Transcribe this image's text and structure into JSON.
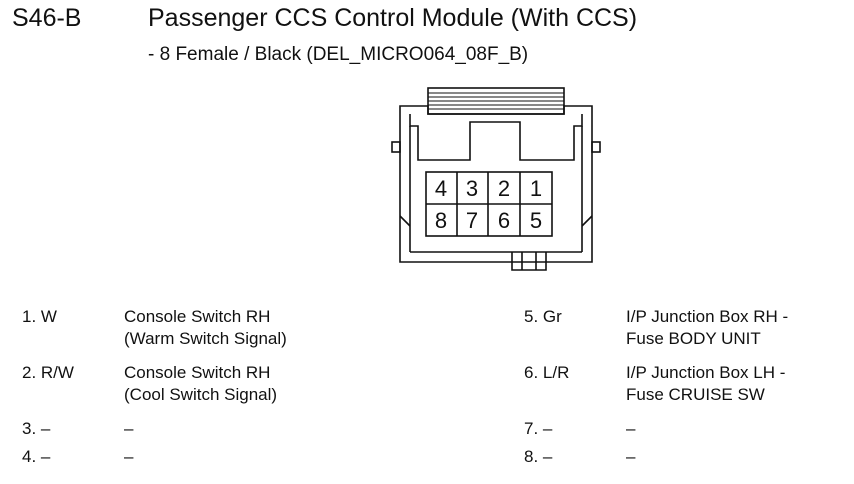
{
  "header": {
    "code": "S46-B",
    "title": "Passenger  CCS Control Module (With CCS)",
    "subtitle": "- 8 Female / Black (DEL_MICRO064_08F_B)"
  },
  "connector": {
    "top_row": [
      "4",
      "3",
      "2",
      "1"
    ],
    "bottom_row": [
      "8",
      "7",
      "6",
      "5"
    ]
  },
  "pins": [
    {
      "number": "1. W",
      "lines": [
        "Console Switch RH",
        "(Warm Switch Signal)"
      ]
    },
    {
      "number": "2. R/W",
      "lines": [
        "Console Switch RH",
        "(Cool Switch Signal)"
      ]
    },
    {
      "number": "3. –",
      "lines": [
        "–"
      ]
    },
    {
      "number": "4. –",
      "lines": [
        "–"
      ]
    },
    {
      "number": "5. Gr",
      "lines": [
        "I/P Junction Box RH -",
        "Fuse BODY UNIT"
      ]
    },
    {
      "number": "6. L/R",
      "lines": [
        "I/P Junction Box LH -",
        "Fuse CRUISE SW"
      ]
    },
    {
      "number": "7. –",
      "lines": [
        "–"
      ]
    },
    {
      "number": "8. –",
      "lines": [
        "–"
      ]
    }
  ]
}
